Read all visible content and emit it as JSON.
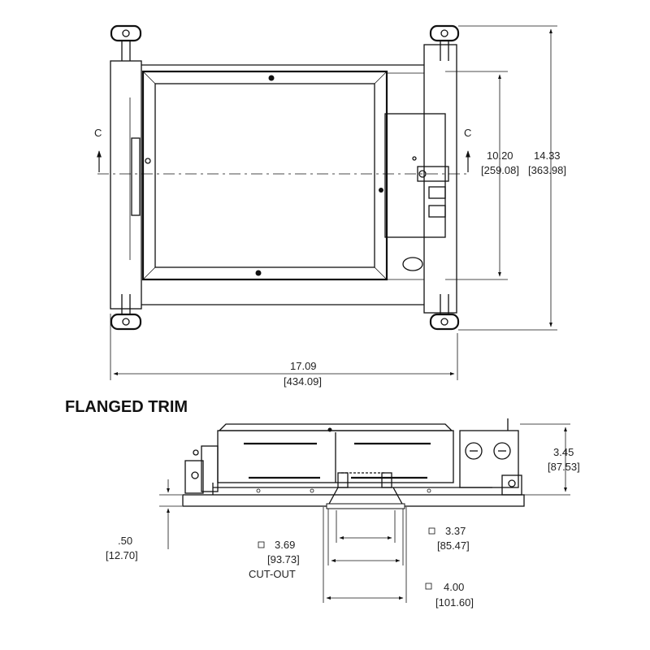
{
  "section_marker": "C",
  "top_view": {
    "height_inner": {
      "in": "10.20",
      "mm": "[259.08]"
    },
    "height_outer": {
      "in": "14.33",
      "mm": "[363.98]"
    },
    "width": {
      "in": "17.09",
      "mm": "[434.09]"
    }
  },
  "heading": "FLANGED TRIM",
  "side_view": {
    "height": {
      "in": "3.45",
      "mm": "[87.53]"
    },
    "flange": {
      "in": ".50",
      "mm": "[12.70]"
    },
    "cutout": {
      "in": "3.69",
      "mm": "[93.73]",
      "label": "CUT-OUT"
    },
    "aperture_inner": {
      "in": "3.37",
      "mm": "[85.47]"
    },
    "aperture_outer": {
      "in": "4.00",
      "mm": "[101.60]"
    }
  }
}
